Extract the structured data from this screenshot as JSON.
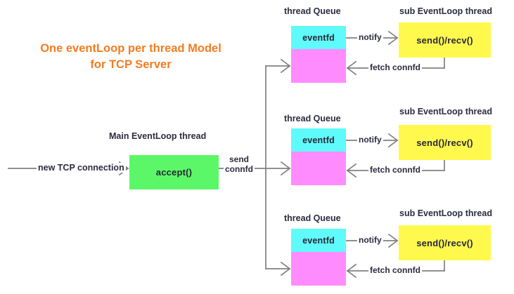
{
  "diagram": {
    "title": "One eventLoop per thread Model\nfor TCP Server",
    "title_color": "#f57c20",
    "background": "#ffffff",
    "wire_color": "#808080",
    "text_color": "#2b2b40"
  },
  "main": {
    "thread_label": "Main EventLoop thread",
    "accept_box": {
      "label": "accept()",
      "color": "#5cf768"
    },
    "incoming_label": "new TCP connection",
    "dispatch_label": "send\nconnfd"
  },
  "groups": [
    {
      "queue_label": "thread Queue",
      "eventfd_label": "eventfd",
      "eventfd_color": "#5ffafa",
      "queue_color": "#ff8cff",
      "sub_thread_label": "sub EventLoop thread",
      "worker_label": "send()/recv()",
      "worker_color": "#fff94d",
      "notify_label": "notify",
      "fetch_label": "fetch connfd"
    },
    {
      "queue_label": "thread Queue",
      "eventfd_label": "eventfd",
      "eventfd_color": "#5ffafa",
      "queue_color": "#ff8cff",
      "sub_thread_label": "sub EventLoop thread",
      "worker_label": "send()/recv()",
      "worker_color": "#fff94d",
      "notify_label": "notify",
      "fetch_label": "fetch connfd"
    },
    {
      "queue_label": "thread Queue",
      "eventfd_label": "eventfd",
      "eventfd_color": "#5ffafa",
      "queue_color": "#ff8cff",
      "sub_thread_label": "sub EventLoop thread",
      "worker_label": "send()/recv()",
      "worker_color": "#fff94d",
      "notify_label": "notify",
      "fetch_label": "fetch connfd"
    }
  ]
}
